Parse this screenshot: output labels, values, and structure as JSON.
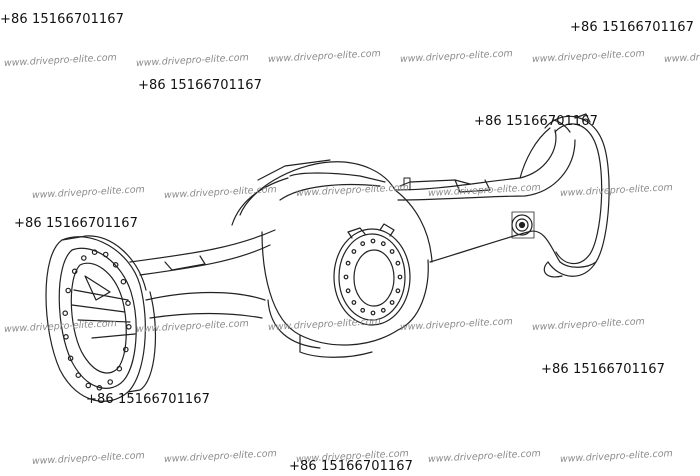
{
  "drawing": {
    "subject_icon": "axle-housing-line-drawing",
    "stroke_color": "#222222",
    "background": "#ffffff"
  },
  "watermark": {
    "phone_text": "+86 15166701167",
    "site_text": "www.drivepro-elite.com",
    "site_color": "#8a8a8a"
  }
}
